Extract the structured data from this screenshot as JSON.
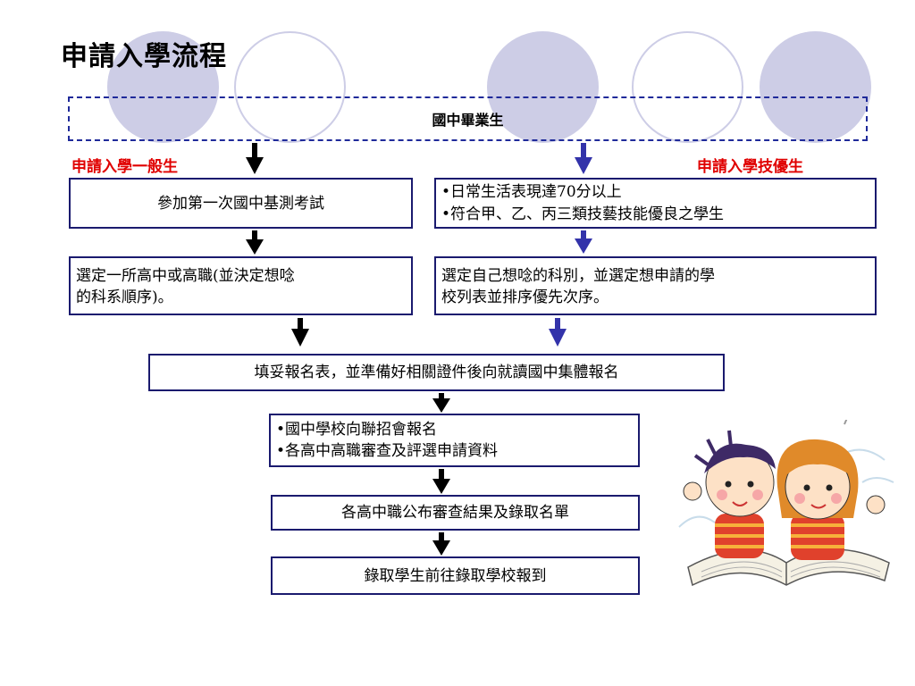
{
  "title": "申請入學流程",
  "top_node": "國中畢業生",
  "tracks": {
    "general": "申請入學一般生",
    "skilled": "申請入學技優生"
  },
  "left": {
    "step1": "參加第一次國中基測考試",
    "step2_line1": "選定一所高中或高職(並決定想唸",
    "step2_line2": "的科系順序)。"
  },
  "right": {
    "step1_line1": "•日常生活表現達70分以上",
    "step1_line2": "•符合甲、乙、丙三類技藝技能優良之學生",
    "step2_line1": "選定自己想唸的科別，並選定想申請的學",
    "step2_line2": "校列表並排序優先次序。"
  },
  "merged": {
    "step1": "填妥報名表，並準備好相關證件後向就讀國中集體報名",
    "step2_line1": "•國中學校向聯招會報名",
    "step2_line2": "•各高中高職審查及評選申請資料",
    "step3": "各高中職公布審查結果及錄取名單",
    "step4": "錄取學生前往錄取學校報到"
  },
  "colors": {
    "decor_circle": "#cdcde6",
    "black_arrow": "#000000",
    "blue_arrow": "#3333aa",
    "track_label": "#e00000",
    "box_border": "#1a1a6e"
  }
}
